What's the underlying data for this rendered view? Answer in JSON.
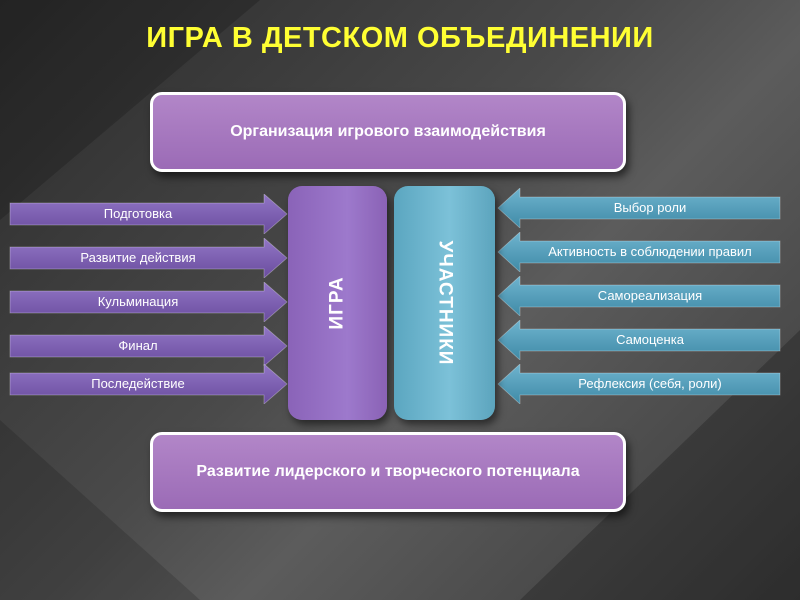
{
  "title": "ИГРА В ДЕТСКОМ ОБЪЕДИНЕНИИ",
  "top_box": "Организация игрового взаимодействия",
  "bottom_box": "Развитие лидерского и творческого потенциала",
  "column_left": "ИГРА",
  "column_right": "УЧАСТНИКИ",
  "left_arrows": [
    "Подготовка",
    "Развитие действия",
    "Кульминация",
    "Финал",
    "Последействие"
  ],
  "right_arrows": [
    "Выбор роли",
    "Активность в соблюдении правил",
    "Самореализация",
    "Самоценка",
    "Рефлексия (себя, роли)"
  ],
  "colors": {
    "title": "#ffff33",
    "box": "#a57abf",
    "igra_column": "#9270c2",
    "participants_column": "#6cb4cd",
    "left_arrow": "#7b5bb0",
    "right_arrow": "#4e9cb8"
  }
}
